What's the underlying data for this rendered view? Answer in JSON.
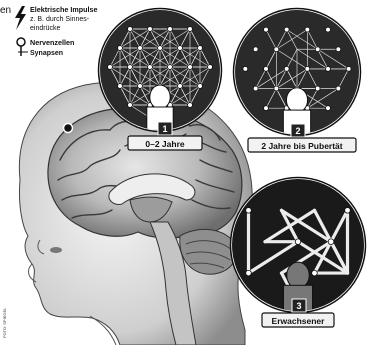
{
  "cropped_text": "en",
  "legend": {
    "impulse_line1": "Elektrische Impulse",
    "impulse_line2": "z. B. durch Sinnes-",
    "impulse_line3": "eindrücke",
    "neuron_line1": "Nervenzellen",
    "neuron_line2": "Synapsen"
  },
  "stages": [
    {
      "number": "1",
      "label": "0–2 Jahre"
    },
    {
      "number": "2",
      "label": "2 Jahre bis Pubertät"
    },
    {
      "number": "3",
      "label": "Erwachsener"
    }
  ],
  "credit": "FOTO: SPIEGEL",
  "colors": {
    "ink": "#111111",
    "paper": "#ffffff",
    "light_gray": "#d8d8d8",
    "mid_gray": "#9a9a9a",
    "dark_gray": "#3a3a3a",
    "accent_note": "greyscale newspaper illustration"
  },
  "icons": {
    "legend_impulse": "lightning-icon",
    "legend_neuron": "neuron-icon",
    "brain": "brain-illustration"
  }
}
